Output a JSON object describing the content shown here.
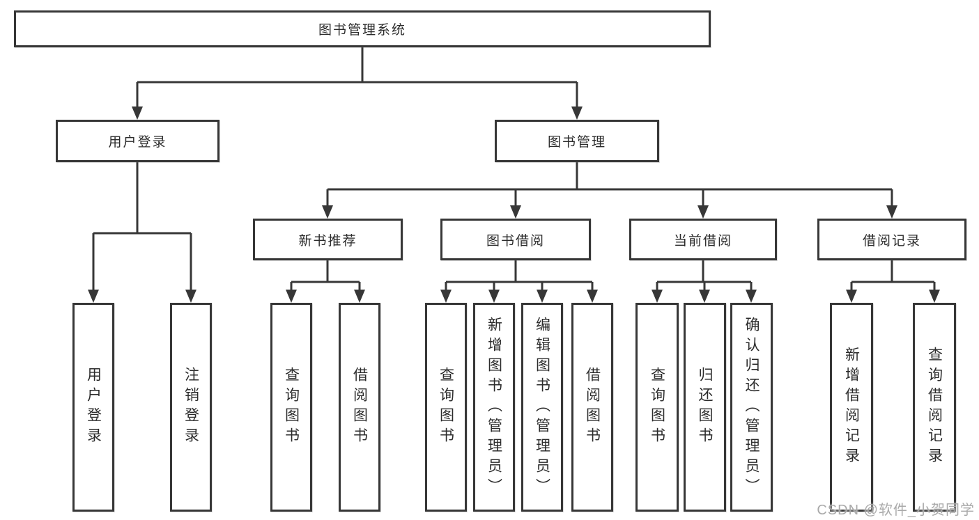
{
  "diagram": {
    "type": "hierarchy",
    "root": {
      "label": "图书管理系统",
      "children": [
        {
          "label": "用户登录",
          "children": [
            {
              "label": "用户登录"
            },
            {
              "label": "注销登录"
            }
          ]
        },
        {
          "label": "图书管理",
          "children": [
            {
              "label": "新书推荐",
              "children": [
                {
                  "label": "查询图书"
                },
                {
                  "label": "借阅图书"
                }
              ]
            },
            {
              "label": "图书借阅",
              "children": [
                {
                  "label": "查询图书"
                },
                {
                  "label": "新增图书（管理员）"
                },
                {
                  "label": "编辑图书（管理员）"
                },
                {
                  "label": "借阅图书"
                }
              ]
            },
            {
              "label": "当前借阅",
              "children": [
                {
                  "label": "查询图书"
                },
                {
                  "label": "归还图书"
                },
                {
                  "label": "确认归还（管理员）"
                }
              ]
            },
            {
              "label": "借阅记录",
              "children": [
                {
                  "label": "新增借阅记录"
                },
                {
                  "label": "查询借阅记录"
                }
              ]
            }
          ]
        }
      ]
    },
    "watermark": "CSDN @软件_小贺同学",
    "colors": {
      "line": "#373737",
      "box_border": "#373737",
      "box_fill": "#ffffff",
      "text": "#2b2b2b",
      "watermark": "#a9a9a9",
      "background": "#ffffff"
    }
  }
}
